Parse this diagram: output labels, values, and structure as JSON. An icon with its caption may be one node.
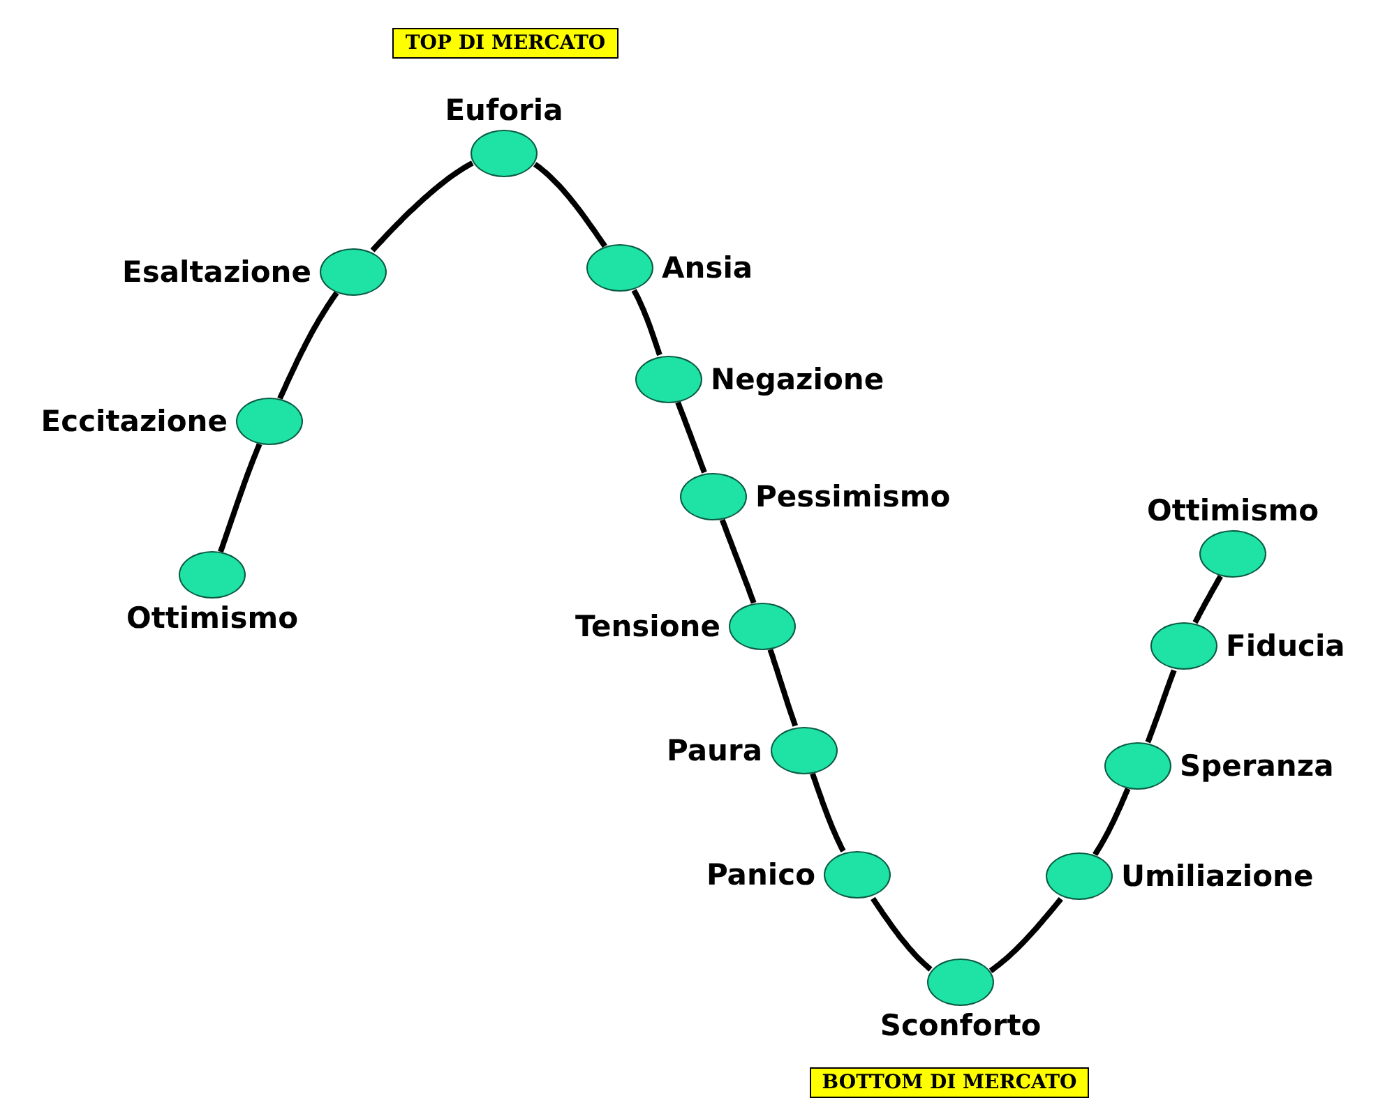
{
  "diagram": {
    "nodes": [
      {
        "text": [
          "TOP DI MERCATO"
        ]
      },
      {
        "text": [
          "Ottimismo"
        ]
      },
      {
        "text": [
          "Eccitazione"
        ]
      },
      {
        "text": [
          "Esaltazione"
        ]
      },
      {
        "text": [
          "Euforia"
        ]
      },
      {
        "text": [
          "Ansia"
        ]
      },
      {
        "text": [
          "Negazione"
        ]
      },
      {
        "text": [
          "Pessimismo"
        ]
      },
      {
        "text": [
          "Tensione"
        ]
      },
      {
        "text": [
          "Paura"
        ]
      },
      {
        "text": [
          "Panico"
        ]
      },
      {
        "text": [
          "Sconforto"
        ]
      },
      {
        "text": [
          "Umiliazione"
        ]
      },
      {
        "text": [
          "Speranza"
        ]
      },
      {
        "text": [
          "Fiducia"
        ]
      },
      {
        "text": [
          "Ottimismo"
        ]
      },
      {
        "text": [
          "BOTTOM DI MERCATO"
        ]
      }
    ],
    "edges": [
      {
        "from": 1,
        "to": 2,
        "arrow": "none"
      },
      {
        "from": 2,
        "to": 3,
        "arrow": "none"
      },
      {
        "from": 3,
        "to": 4,
        "arrow": "none"
      },
      {
        "from": 4,
        "to": 5,
        "arrow": "none"
      },
      {
        "from": 5,
        "to": 6,
        "arrow": "none"
      },
      {
        "from": 6,
        "to": 7,
        "arrow": "none"
      },
      {
        "from": 7,
        "to": 8,
        "arrow": "none"
      },
      {
        "from": 8,
        "to": 9,
        "arrow": "none"
      },
      {
        "from": 9,
        "to": 10,
        "arrow": "none"
      },
      {
        "from": 10,
        "to": 11,
        "arrow": "none"
      },
      {
        "from": 11,
        "to": 12,
        "arrow": "none"
      },
      {
        "from": 12,
        "to": 13,
        "arrow": "none"
      },
      {
        "from": 13,
        "to": 14,
        "arrow": "none"
      },
      {
        "from": 14,
        "to": 15,
        "arrow": "none"
      }
    ]
  }
}
